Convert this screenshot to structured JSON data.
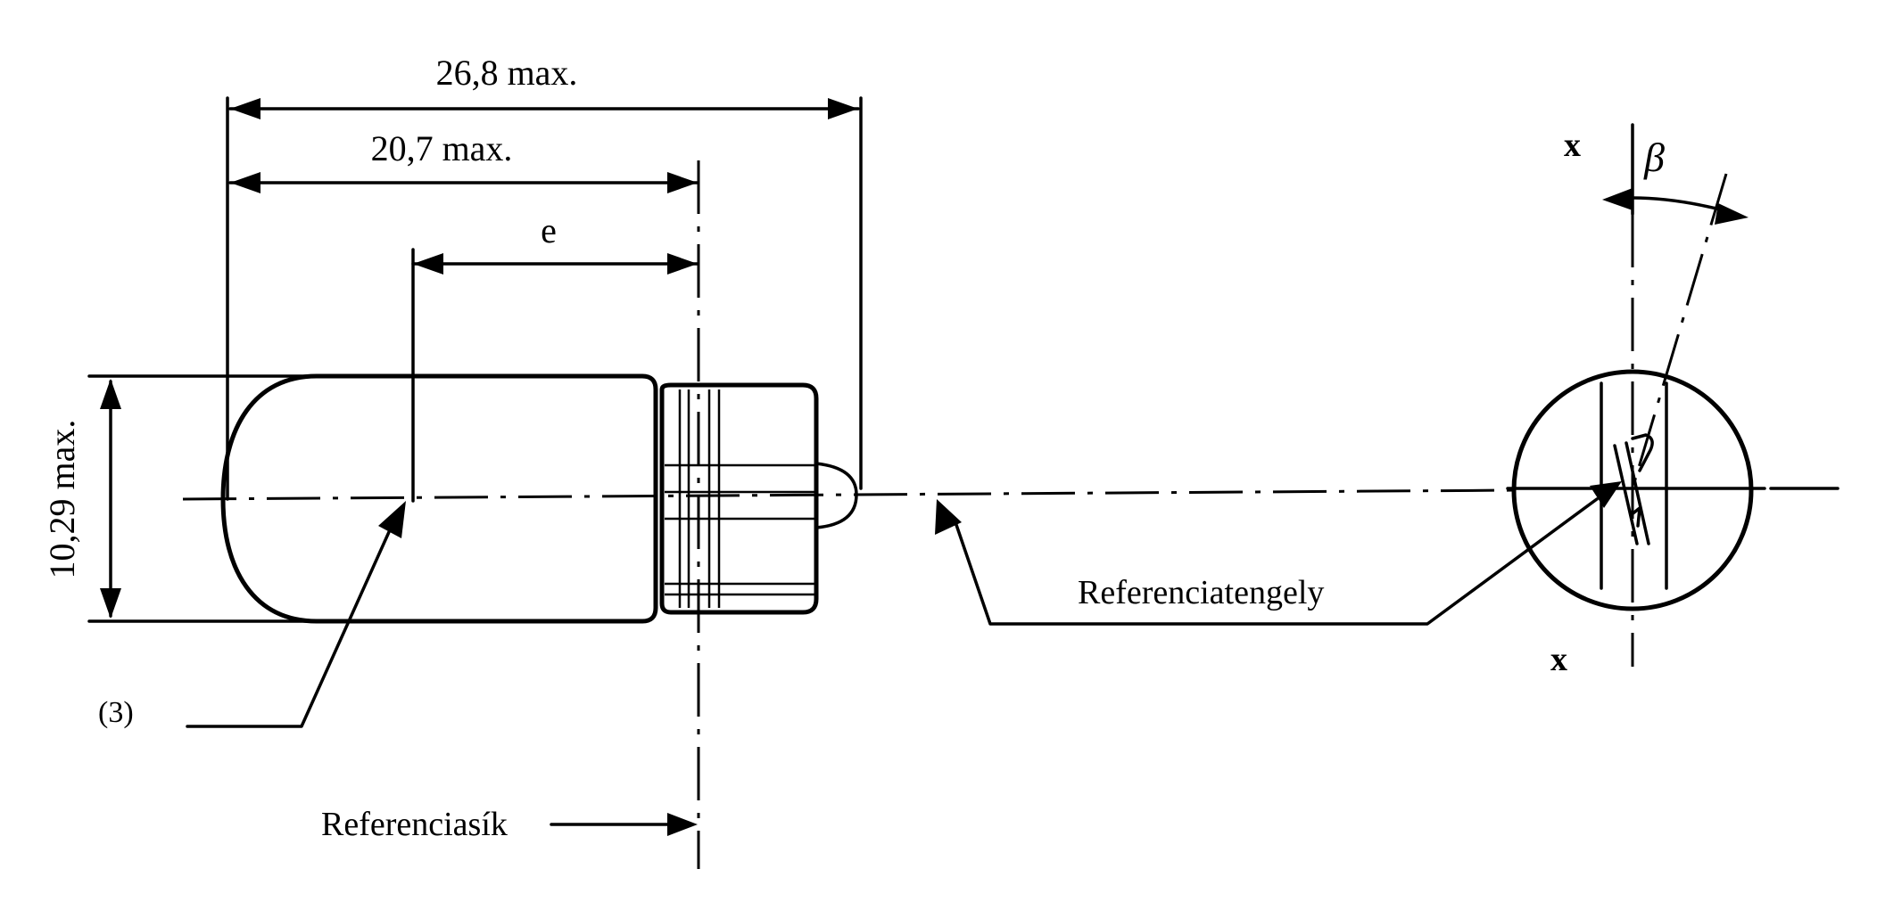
{
  "dimensions": {
    "overall_length": "26,8 max.",
    "body_length": "20,7 max.",
    "light_centre_distance": "e",
    "diameter": "10,29 max."
  },
  "labels": {
    "note": "(3)",
    "reference_plane": "Referenciasík",
    "reference_axis": "Referenciatengely",
    "section_top": "x",
    "section_bottom": "x",
    "angle": "β"
  }
}
